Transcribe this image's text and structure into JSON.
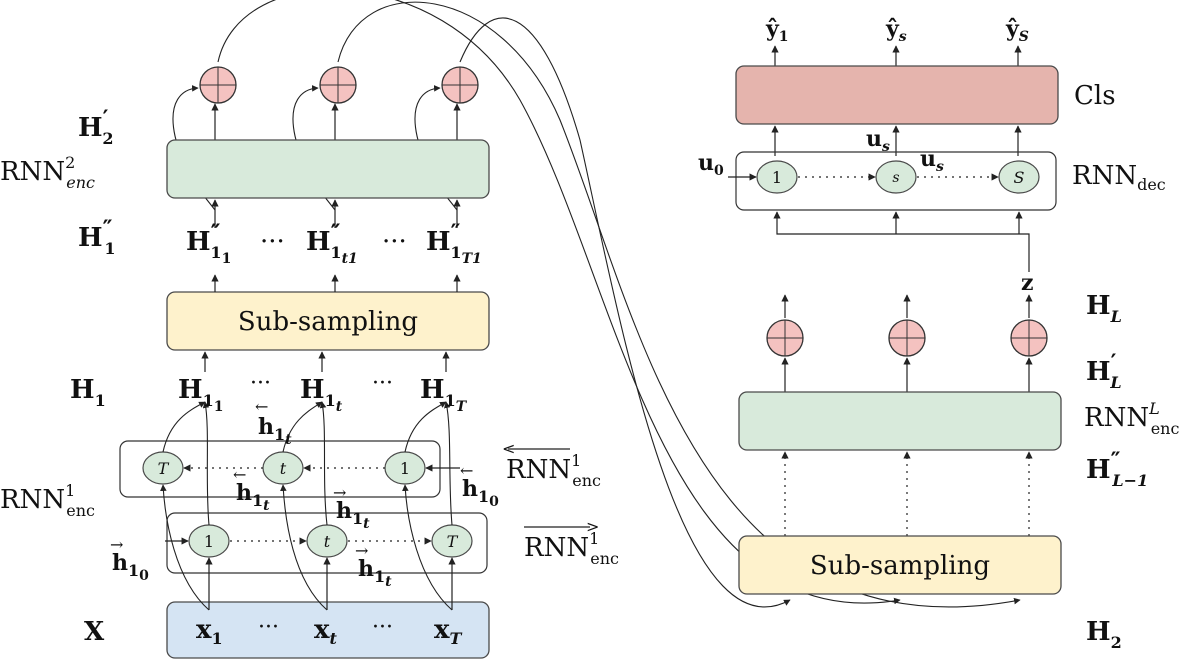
{
  "left": {
    "row_labels": {
      "h2p": {
        "base": "H",
        "sup": "′",
        "sub": "2"
      },
      "rnn2": {
        "base": "RNN",
        "sup": "2",
        "sub": "enc"
      },
      "h1pp": {
        "base": "H",
        "sup": "″",
        "sub": "1"
      },
      "h1": {
        "base": "H",
        "sub": "1"
      },
      "rnn1": {
        "base": "RNN",
        "sup": "1",
        "sub": "enc"
      },
      "x": {
        "base": "X"
      }
    },
    "subsampling_label": "Sub-sampling",
    "upper_h": [
      {
        "base": "H",
        "sup": "″",
        "sub": "1",
        "subsub": "1"
      },
      {
        "base": "H",
        "sup": "″",
        "sub": "1",
        "subsub": "t1"
      },
      {
        "base": "H",
        "sup": "″",
        "sub": "1",
        "subsub": "T1"
      }
    ],
    "h1_items": [
      {
        "base": "H",
        "sub": "1",
        "subsub": "1"
      },
      {
        "base": "H",
        "sub": "1",
        "subsub": "t"
      },
      {
        "base": "H",
        "sub": "1",
        "subsub": "T"
      }
    ],
    "ellipsis": "···",
    "backward_nodes": [
      "T",
      "t",
      "1"
    ],
    "forward_nodes": [
      "1",
      "t",
      "T"
    ],
    "backward_rnn_label": {
      "base": "RNN",
      "sup": "1",
      "sub": "enc"
    },
    "forward_rnn_label": {
      "base": "RNN",
      "sup": "1",
      "sub": "enc"
    },
    "hidden_labels": {
      "h": "h",
      "sub": "1",
      "subsub_t": "t",
      "subsub_0": "0"
    },
    "x_items": [
      {
        "base": "x",
        "sub": "1"
      },
      {
        "base": "x",
        "sub": "t"
      },
      {
        "base": "x",
        "sub": "T"
      }
    ]
  },
  "right": {
    "outputs": [
      {
        "base": "ŷ",
        "sub": "1"
      },
      {
        "base": "ŷ",
        "sub": "s"
      },
      {
        "base": "ŷ",
        "sub": "S"
      }
    ],
    "cls_label": "Cls",
    "us_label": {
      "base": "u",
      "sub": "s"
    },
    "u0_label": {
      "base": "u",
      "sub": "0"
    },
    "dec_nodes": [
      "1",
      "s",
      "S"
    ],
    "rnn_dec_label": {
      "base": "RNN",
      "sub": "dec"
    },
    "z_label": "z",
    "row_labels": {
      "hl": {
        "base": "H",
        "sub": "L"
      },
      "hlp": {
        "base": "H",
        "sup": "′",
        "sub": "L"
      },
      "rnnl": {
        "base": "RNN",
        "sup": "L",
        "sub": "enc"
      },
      "hl1pp": {
        "base": "H",
        "sup": "″",
        "sub": "L−1"
      },
      "h2": {
        "base": "H",
        "sub": "2"
      }
    },
    "subsampling_label": "Sub-sampling"
  }
}
